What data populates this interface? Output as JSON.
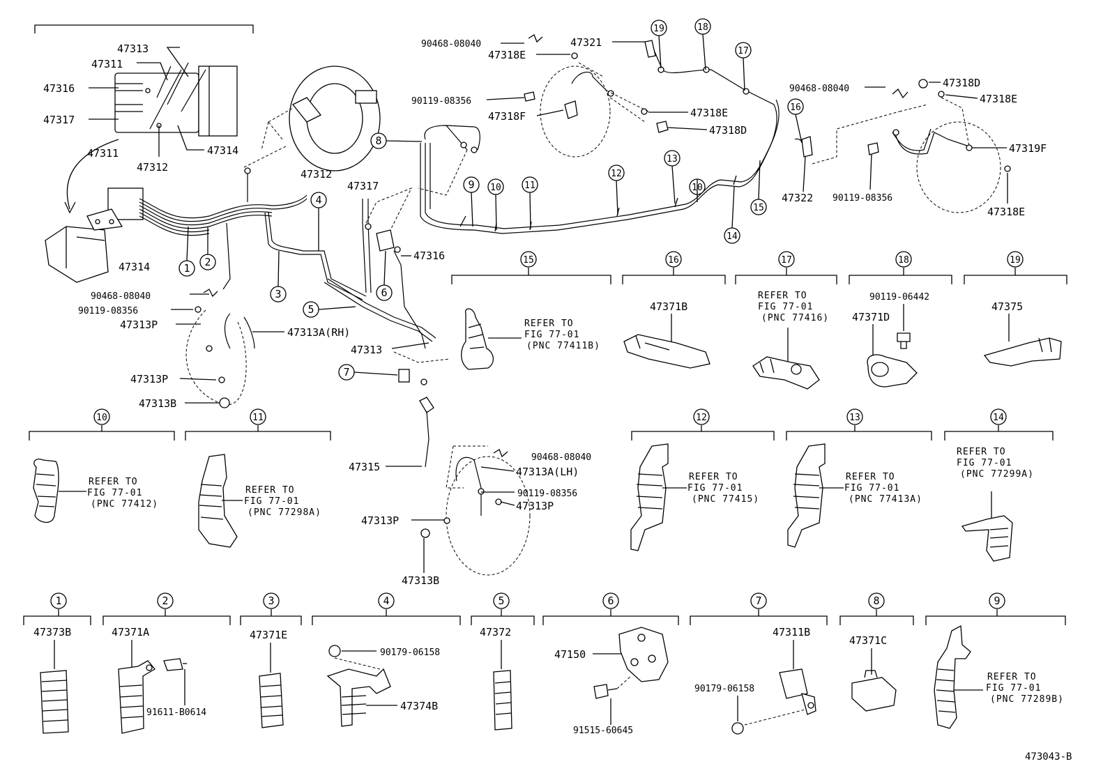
{
  "callouts": [
    {
      "id": "c1",
      "n": "1"
    },
    {
      "id": "c2",
      "n": "2"
    },
    {
      "id": "c3",
      "n": "3"
    },
    {
      "id": "c4",
      "n": "4"
    },
    {
      "id": "c5",
      "n": "5"
    },
    {
      "id": "c6",
      "n": "6"
    },
    {
      "id": "c7",
      "n": "7"
    },
    {
      "id": "c8",
      "n": "8"
    },
    {
      "id": "c9",
      "n": "9"
    },
    {
      "id": "c10",
      "n": "10"
    },
    {
      "id": "c11",
      "n": "11"
    },
    {
      "id": "c12",
      "n": "12"
    },
    {
      "id": "c13",
      "n": "13"
    },
    {
      "id": "c14",
      "n": "14"
    },
    {
      "id": "c15",
      "n": "15"
    },
    {
      "id": "c16",
      "n": "16"
    },
    {
      "id": "c17",
      "n": "17"
    },
    {
      "id": "c18",
      "n": "18"
    },
    {
      "id": "c19",
      "n": "19"
    }
  ],
  "main_labels": {
    "p47313_top": "47313",
    "p47311_top": "47311",
    "p47316_left": "47316",
    "p47317_left": "47317",
    "p47311_mid": "47311",
    "p47312_low": "47312",
    "p47314_top": "47314",
    "p47312_mid": "47312",
    "p47314_low": "47314",
    "p90468_a": "90468-08040",
    "p90119_a": "90119-08356",
    "p47313P_a": "47313P",
    "p47313A_rh": "47313A(RH)",
    "p47313P_b": "47313P",
    "p47313B_a": "47313B",
    "p47317_mid": "47317",
    "p47316_mid": "47316",
    "p47313_mid": "47313",
    "p47315": "47315",
    "p90468_b": "90468-08040",
    "p47313A_lh": "47313A(LH)",
    "p90119_b": "90119-08356",
    "p47313P_c": "47313P",
    "p47313P_d": "47313P",
    "p47313B_b": "47313B",
    "p90468_c": "90468-08040",
    "p47318E_a": "47318E",
    "p47321": "47321",
    "p90119_c": "90119-08356",
    "p47318F": "47318F",
    "p47318E_b": "47318E",
    "p47318D_a": "47318D",
    "p90468_d": "90468-08040",
    "p47318D_b": "47318D",
    "p47318E_c": "47318E",
    "p47319F": "47319F",
    "p47322": "47322",
    "p90119_d": "90119-08356",
    "p47318E_d": "47318E"
  },
  "details": {
    "d15": {
      "refer_line1": "REFER TO",
      "refer_line2": "FIG 77-01",
      "refer_line3": "(PNC 77411B)"
    },
    "d16": {
      "part": "47371B"
    },
    "d17": {
      "refer_line1": "REFER TO",
      "refer_line2": "FIG 77-01",
      "refer_line3": "(PNC 77416)"
    },
    "d18": {
      "bolt": "90119-06442",
      "part": "47371D"
    },
    "d19": {
      "part": "47375"
    },
    "d10": {
      "refer_line1": "REFER TO",
      "refer_line2": "FIG 77-01",
      "refer_line3": "(PNC 77412)"
    },
    "d11": {
      "refer_line1": "REFER TO",
      "refer_line2": "FIG 77-01",
      "refer_line3": "(PNC 77298A)"
    },
    "d12": {
      "refer_line1": "REFER TO",
      "refer_line2": "FIG 77-01",
      "refer_line3": "(PNC 77415)"
    },
    "d13": {
      "refer_line1": "REFER TO",
      "refer_line2": "FIG 77-01",
      "refer_line3": "(PNC 77413A)"
    },
    "d14": {
      "refer_line1": "REFER TO",
      "refer_line2": "FIG 77-01",
      "refer_line3": "(PNC 77299A)"
    },
    "d1": {
      "part": "47373B"
    },
    "d2": {
      "part": "47371A",
      "bolt": "91611-B0614"
    },
    "d3": {
      "part": "47371E"
    },
    "d4": {
      "nut": "90179-06158",
      "part": "47374B"
    },
    "d5": {
      "part": "47372"
    },
    "d6": {
      "part": "47150",
      "bolt": "91515-60645"
    },
    "d7": {
      "part": "47311B",
      "nut": "90179-06158"
    },
    "d8": {
      "part": "47371C"
    },
    "d9": {
      "refer_line1": "REFER TO",
      "refer_line2": "FIG 77-01",
      "refer_line3": "(PNC 77289B)"
    }
  },
  "figure_code": "473043-B"
}
